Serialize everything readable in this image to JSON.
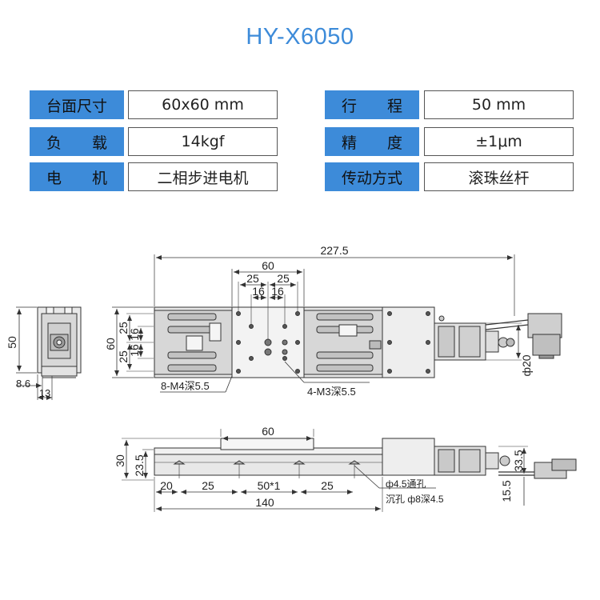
{
  "title": "HY-X6050",
  "specs": {
    "rows": [
      {
        "left_label": "台面尺寸",
        "left_value": "60x60 mm",
        "right_label": "行　　程",
        "right_value": "50  mm"
      },
      {
        "left_label": "负　　载",
        "left_value": "14kgf",
        "right_label": "精　　度",
        "right_value": "±1μm"
      },
      {
        "left_label": "电　　机",
        "left_value": "二相步进电机",
        "right_label": "传动方式",
        "right_value": "滚珠丝杆"
      }
    ],
    "label_chars": [
      [
        "负",
        "载"
      ],
      [
        "电",
        "机"
      ],
      [
        "行",
        "程"
      ],
      [
        "精",
        "度"
      ]
    ]
  },
  "colors": {
    "accent": "#3d8bd9",
    "line": "#333333",
    "body": "#e4e4e4"
  },
  "dims": {
    "top_total": "227.5",
    "top_60": "60",
    "top_25a": "25",
    "top_25b": "25",
    "top_16a": "16",
    "top_16b": "16",
    "left_60": "60",
    "left_25a": "25",
    "left_16a": "16",
    "left_16b": "16",
    "left_25b": "25",
    "holes_m4": "8-M4深5.5",
    "holes_m3": "4-M3深5.5",
    "motor_dia": "ф20",
    "end_50": "50",
    "end_8_6": "8.6",
    "end_13": "13",
    "side_60": "60",
    "side_30": "30",
    "side_23_5": "23.5",
    "side_20": "20",
    "side_25a": "25",
    "side_50x1": "50*1",
    "side_25b": "25",
    "side_140": "140",
    "thru_hole": "ф4.5通孔",
    "cbore": "沉孔 ф8深4.5",
    "side_33_5": "33.5",
    "side_15_5": "15.5"
  }
}
